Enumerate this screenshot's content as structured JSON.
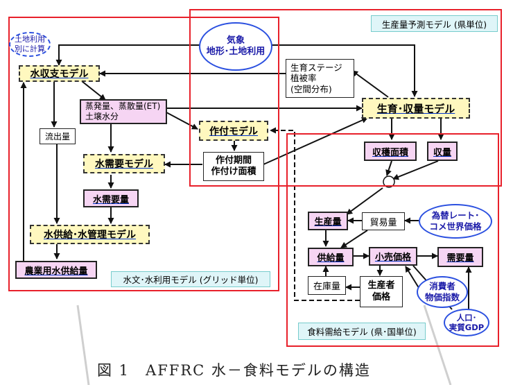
{
  "regions": {
    "hydrology_tag": "水文･水利用モデル (グリッド単位)",
    "production_tag": "生産量予測モデル (県単位)",
    "food_tag": "食料需給モデル (県･国単位)"
  },
  "ellipses": {
    "land_note": [
      "土地利用",
      "別に計算"
    ],
    "climate": [
      "気象",
      "地形･土地利用"
    ],
    "exchange": [
      "為替レート･",
      "コメ世界価格"
    ],
    "cpi": [
      "消費者",
      "物価指数"
    ],
    "population": [
      "人口･",
      "実質GDP"
    ]
  },
  "nodes": {
    "water_balance": "水収支モデル",
    "evap": [
      "蒸発量、蒸散量(ET)",
      "土壌水分"
    ],
    "runoff": "流出量",
    "water_demand_model": "水需要モデル",
    "water_demand": "水需要量",
    "water_supply_model": "水供給･水管理モデル",
    "ag_water": "農業用水供給量",
    "cropping_model": "作付モデル",
    "cropping_period": [
      "作付期間",
      "作付け面積"
    ],
    "growth_stage": [
      "生育ステージ",
      "植被率",
      "(空間分布)"
    ],
    "growth_model": "生育･収量モデル",
    "harvest_area": "収穫面積",
    "yield": "収量",
    "production": "生産量",
    "trade": "貿易量",
    "supply": "供給量",
    "retail": "小売価格",
    "demand": "需要量",
    "stock": "在庫量",
    "producer_price": [
      "生産者",
      "価格"
    ]
  },
  "caption": "図 1　AFFRC 水－食料モデルの構造"
}
